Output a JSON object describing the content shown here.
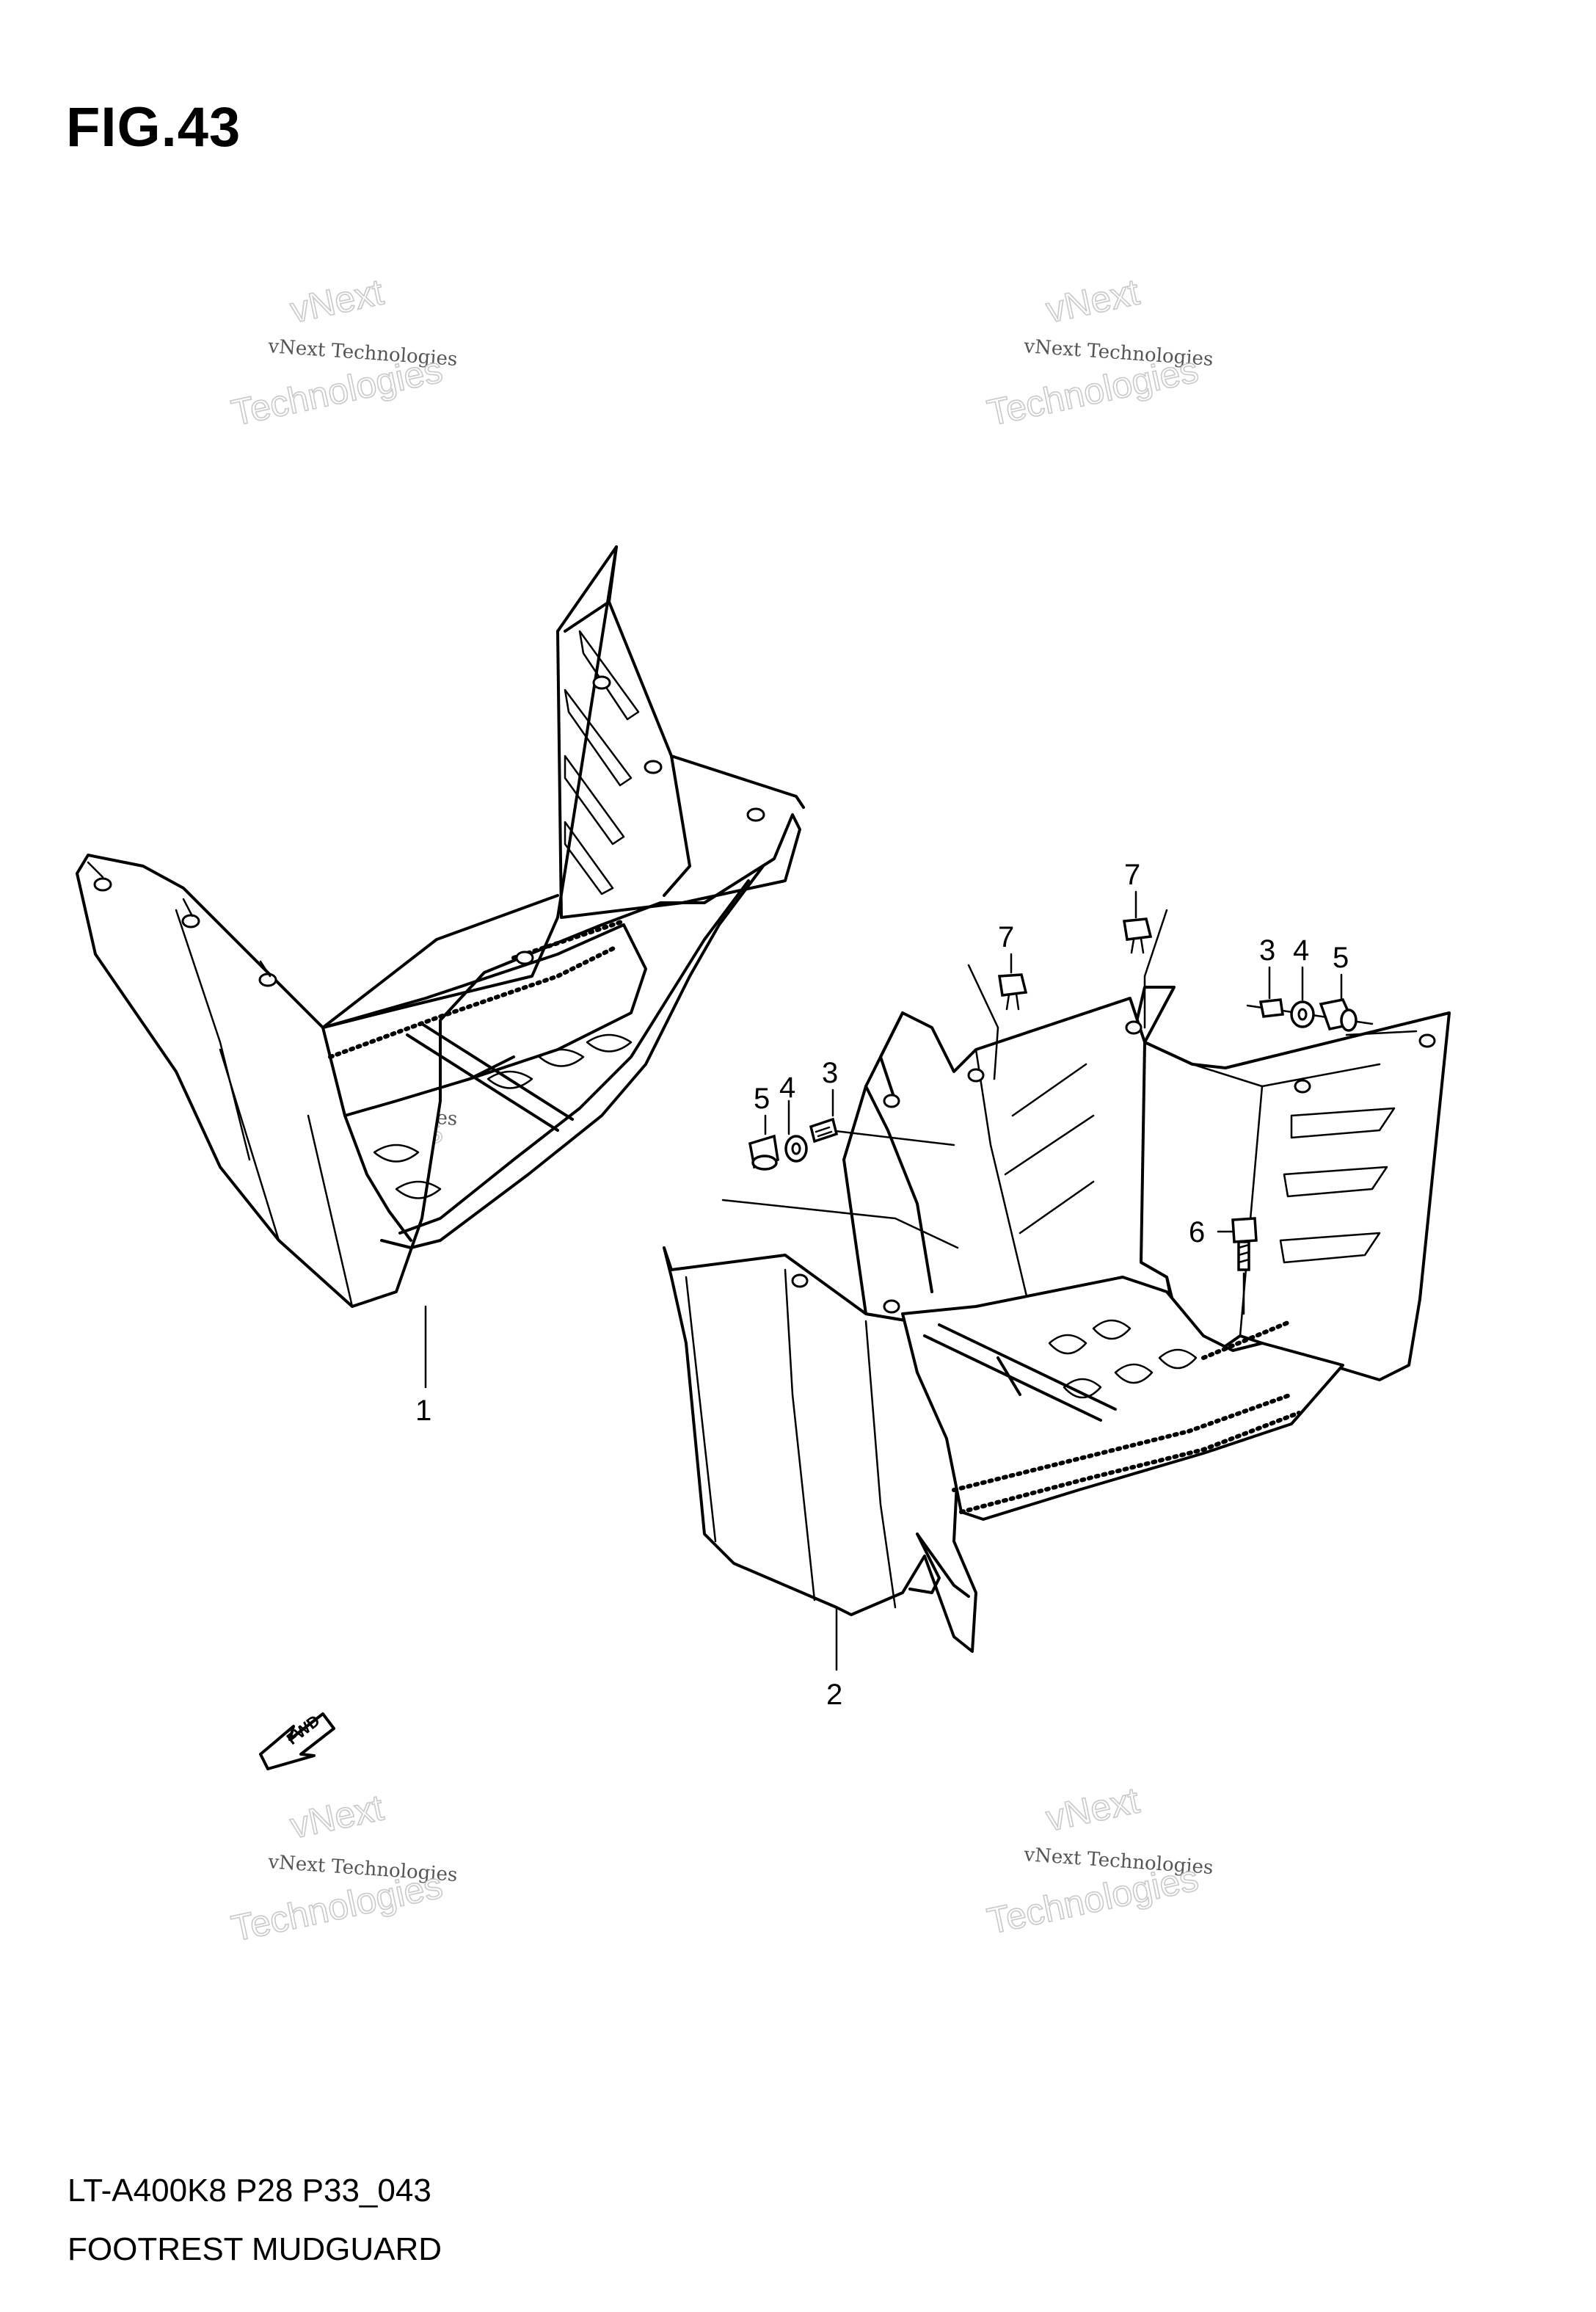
{
  "figure": {
    "title": "FIG.43"
  },
  "footer": {
    "model_code": "LT-A400K8 P28 P33_043",
    "caption": "FOOTREST MUDGUARD"
  },
  "callouts": [
    "1",
    "2",
    "3",
    "4",
    "5",
    "6",
    "7"
  ],
  "watermark": {
    "line1": "vNext",
    "line2": "vNext Technologies",
    "line3": "Technologies"
  },
  "fwd_marker": {
    "label": "FWD",
    "icon": "forward-arrow-icon"
  }
}
